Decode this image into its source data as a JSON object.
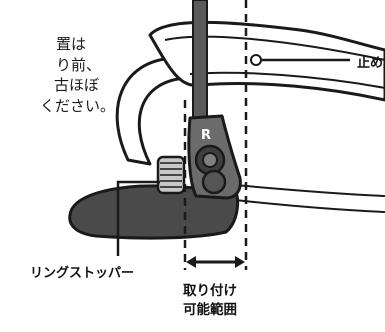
{
  "note_lines": [
    "置は",
    "り前、",
    "古ほぼ",
    "ください。"
  ],
  "labels": {
    "stopper": "止め具",
    "ring_stopper": "リングストッパー",
    "range_line1": "取り付け",
    "range_line2": "可能範囲"
  },
  "part_mark": "R"
}
